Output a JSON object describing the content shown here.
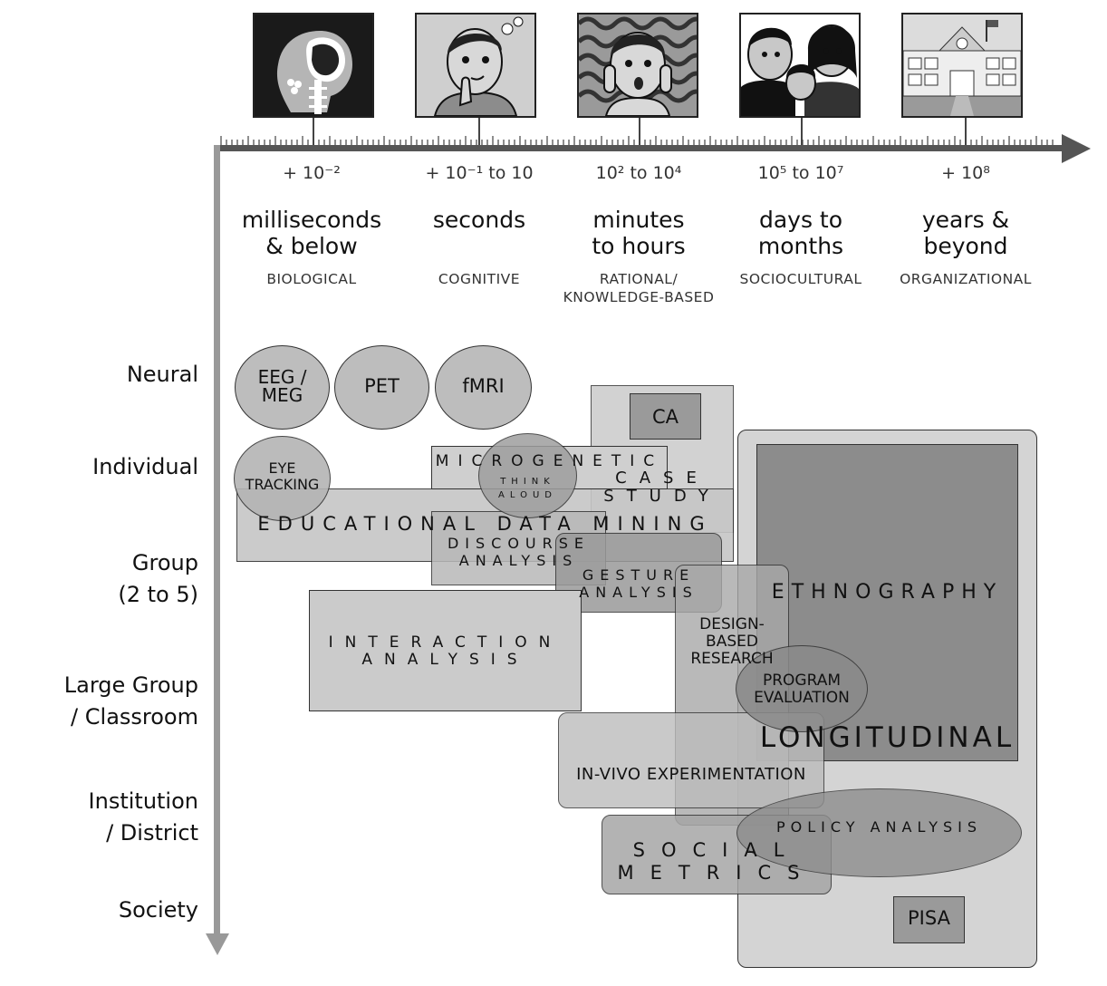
{
  "timescales": [
    {
      "magnitude": "+ 10⁻²",
      "label": "milliseconds\n& below",
      "category": "BIOLOGICAL"
    },
    {
      "magnitude": "+ 10⁻¹ to 10",
      "label": "seconds",
      "category": "COGNITIVE"
    },
    {
      "magnitude": "10² to 10⁴",
      "label": "minutes\nto hours",
      "category": "RATIONAL/\nKNOWLEDGE-BASED"
    },
    {
      "magnitude": "10⁵ to 10⁷",
      "label": "days to\nmonths",
      "category": "SOCIOCULTURAL"
    },
    {
      "magnitude": "+ 10⁸",
      "label": "years &\nbeyond",
      "category": "ORGANIZATIONAL"
    }
  ],
  "levels": [
    "Neural",
    "Individual",
    "Group\n(2 to 5)",
    "Large Group\n/ Classroom",
    "Institution\n/ District",
    "Society"
  ],
  "methods": {
    "eeg": "EEG /\nMEG",
    "pet": "PET",
    "fmri": "fMRI",
    "ca": "CA",
    "eye_tracking": "EYE\nTRACKING",
    "microgenetic": "MICROGENETIC",
    "think_aloud": "THINK\nALOUD",
    "case_study": "CASE\nSTUDY",
    "edm": "EDUCATIONAL DATA MINING",
    "discourse": "DISCOURSE\nANALYSIS",
    "gesture": "GESTURE\nANALYSIS",
    "ethnography": "ETHNOGRAPHY",
    "interaction": "INTERACTION\nANALYSIS",
    "dbr": "DESIGN-\nBASED\nRESEARCH",
    "program_eval": "PROGRAM\nEVALUATION",
    "longitudinal": "LONGITUDINAL",
    "in_vivo": "IN-VIVO EXPERIMENTATION",
    "policy": "POLICY ANALYSIS",
    "social_metrics": "SOCIAL\nMETRICS",
    "pisa": "PISA"
  },
  "colors": {
    "axis_h": "#555555",
    "axis_v": "#999999",
    "shape_light": "#d0d0d0",
    "shape_dark": "#8a8a8a"
  },
  "icons": [
    "brain-xray-icon",
    "thinking-person-icon",
    "worried-person-icon",
    "family-icon",
    "school-building-icon"
  ]
}
